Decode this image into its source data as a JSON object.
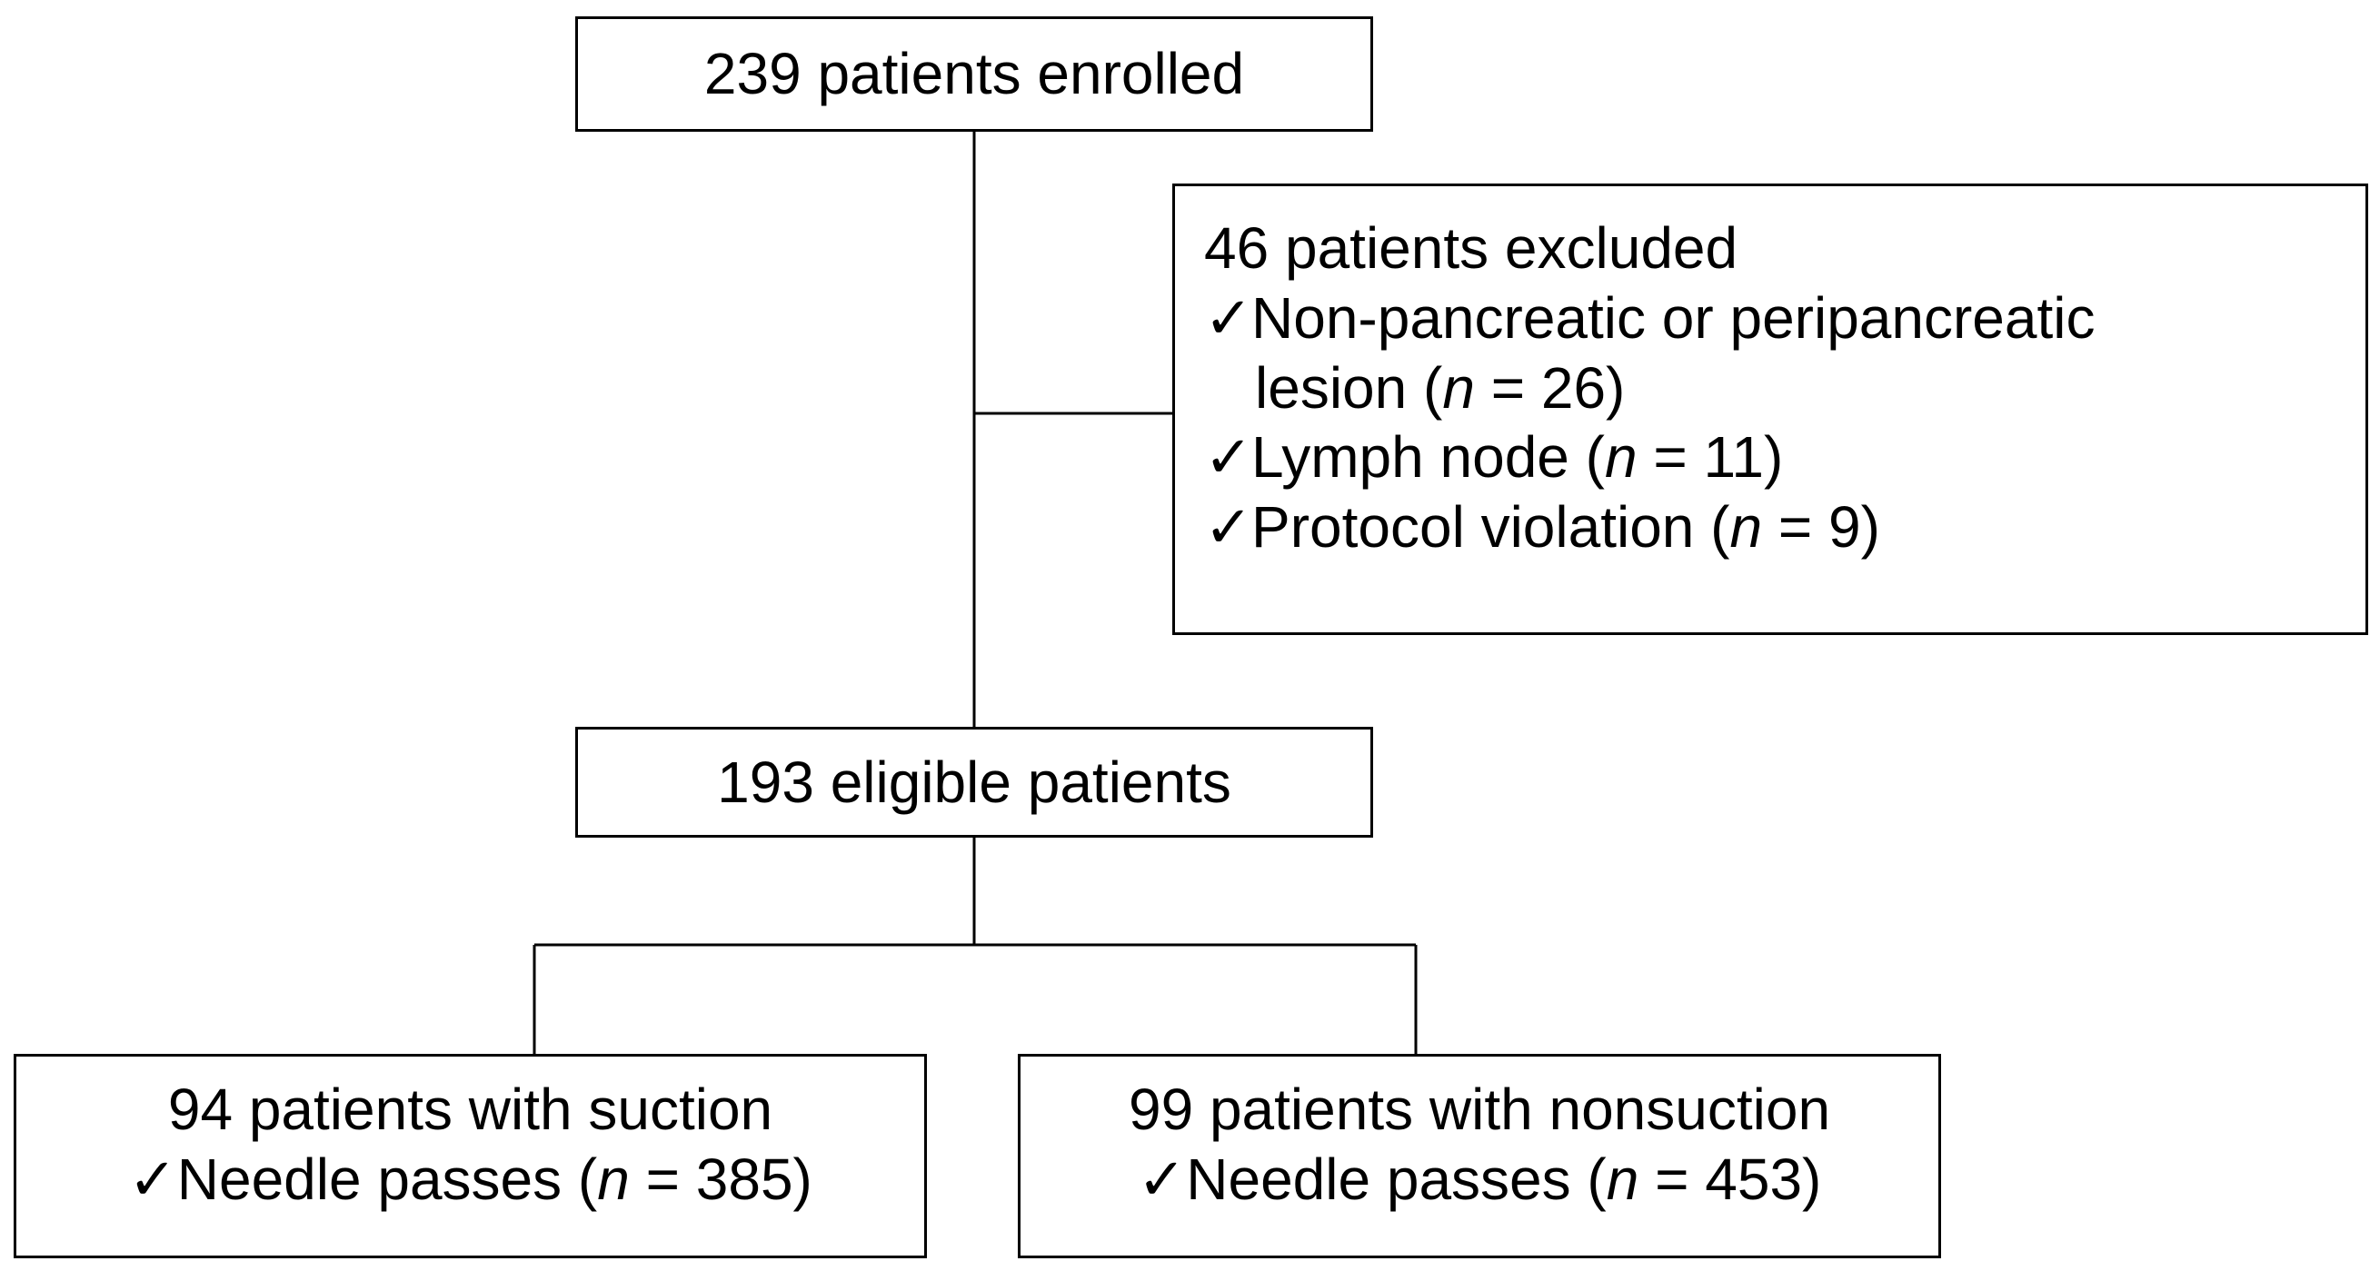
{
  "enrolled": {
    "text": "239 patients enrolled"
  },
  "excluded": {
    "title": "46 patients excluded",
    "check_symbol": "✓",
    "items": [
      {
        "label_line1": "Non-pancreatic or peripancreatic",
        "label_line2": "lesion (",
        "n_symbol": "n",
        "equals": " = ",
        "count": "26",
        "close": ")"
      },
      {
        "label": "Lymph node (",
        "n_symbol": "n",
        "equals": " = ",
        "count": "11",
        "close": ")"
      },
      {
        "label": "Protocol violation (",
        "n_symbol": "n",
        "equals": " = ",
        "count": "9",
        "close": ")"
      }
    ]
  },
  "eligible": {
    "text": "193 eligible patients"
  },
  "suction": {
    "title": "94 patients with suction",
    "check_symbol": "✓",
    "passes_label": "Needle passes (",
    "n_symbol": "n",
    "equals": " = ",
    "count": "385",
    "close": ")"
  },
  "nonsuction": {
    "title": "99 patients with nonsuction",
    "check_symbol": "✓",
    "passes_label": "Needle passes (",
    "n_symbol": "n",
    "equals": " = ",
    "count": "453",
    "close": ")"
  }
}
